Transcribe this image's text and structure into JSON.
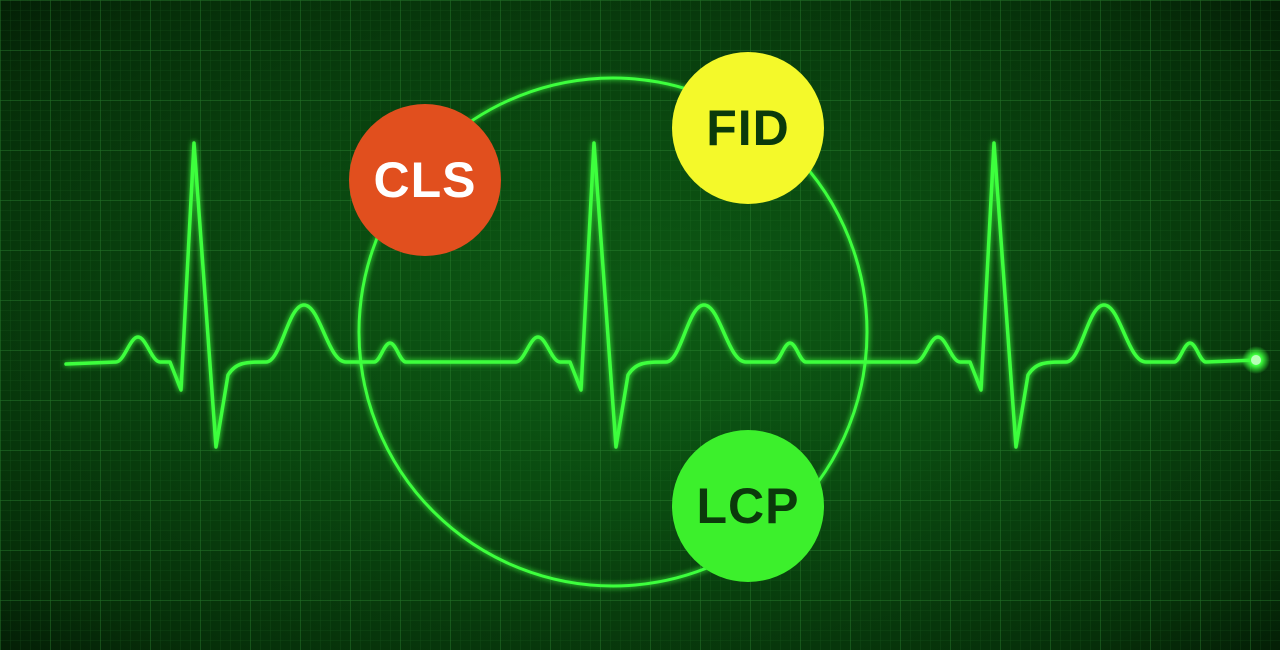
{
  "metrics": {
    "cls": {
      "label": "CLS",
      "color": "#e14f1e",
      "text_color": "#ffffff"
    },
    "fid": {
      "label": "FID",
      "color": "#f4f92a",
      "text_color": "#0b3a0b"
    },
    "lcp": {
      "label": "LCP",
      "color": "#3cf02c",
      "text_color": "#0b3a0b"
    }
  },
  "colors": {
    "background": "#0a4a10",
    "grid": "#2f8a35",
    "trace": "#3cff3c"
  }
}
